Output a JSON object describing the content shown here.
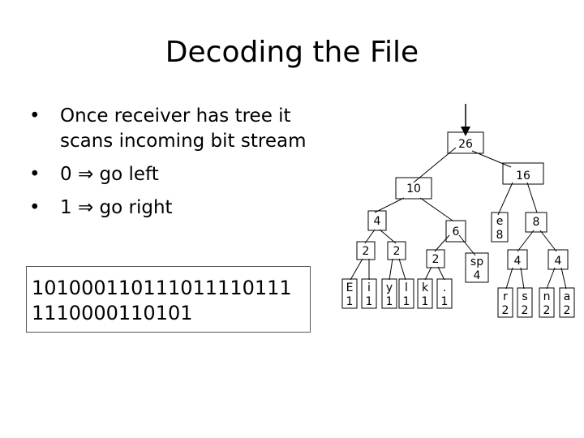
{
  "title": "Decoding the File",
  "bullets": [
    {
      "marker": "•",
      "text": "Once receiver has tree it scans incoming bit stream"
    },
    {
      "marker": "•",
      "text": "0 ⇒ go left"
    },
    {
      "marker": "•",
      "text": "1 ⇒ go right"
    }
  ],
  "bitstream": [
    "101000110111011110111",
    "1110000110101"
  ],
  "tree": {
    "internal": {
      "root": "26",
      "n10": "10",
      "n16": "16",
      "n4": "4",
      "n6": "6",
      "n8": "8",
      "n2a": "2",
      "n2b": "2",
      "n2c": "2",
      "n4a": "4",
      "n4b": "4"
    },
    "leaves": [
      {
        "id": "E",
        "char": "E",
        "count": "1"
      },
      {
        "id": "i",
        "char": "i",
        "count": "1"
      },
      {
        "id": "y",
        "char": "y",
        "count": "1"
      },
      {
        "id": "l",
        "char": "l",
        "count": "1"
      },
      {
        "id": "k",
        "char": "k",
        "count": "1"
      },
      {
        "id": "dot",
        "char": ".",
        "count": "1"
      },
      {
        "id": "sp",
        "char": "sp",
        "count": "4"
      },
      {
        "id": "e",
        "char": "e",
        "count": "8"
      },
      {
        "id": "r",
        "char": "r",
        "count": "2"
      },
      {
        "id": "s",
        "char": "s",
        "count": "2"
      },
      {
        "id": "n",
        "char": "n",
        "count": "2"
      },
      {
        "id": "a",
        "char": "a",
        "count": "2"
      }
    ]
  }
}
